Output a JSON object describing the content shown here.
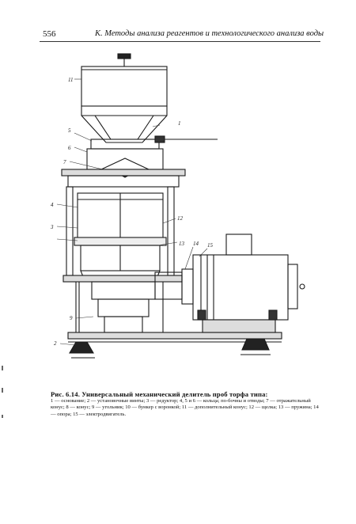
{
  "header": {
    "page_number": "556",
    "running_head": "К. Методы анализа реагентов и технологического анализа воды"
  },
  "figure": {
    "part_labels": [
      "11",
      "1",
      "5",
      "6",
      "7",
      "4",
      "3",
      "12",
      "13",
      "14",
      "15",
      "9",
      "2"
    ],
    "caption_title": "Рис. 6.14. Универсальный механический делитель проб торфа типа:",
    "caption_text": "1 — основание; 2 — установочные винты; 3 — редуктор; 4, 5 и 6 — кольца; по-бочны и отводы; 7 — отражательный конус; 8 — конус; 9 — угольник; 10 — бункер с воронкой; 11 — дополнительный конус; 12 — щелка; 13 — пружина; 14 — опора; 15 — электродвигатель."
  }
}
